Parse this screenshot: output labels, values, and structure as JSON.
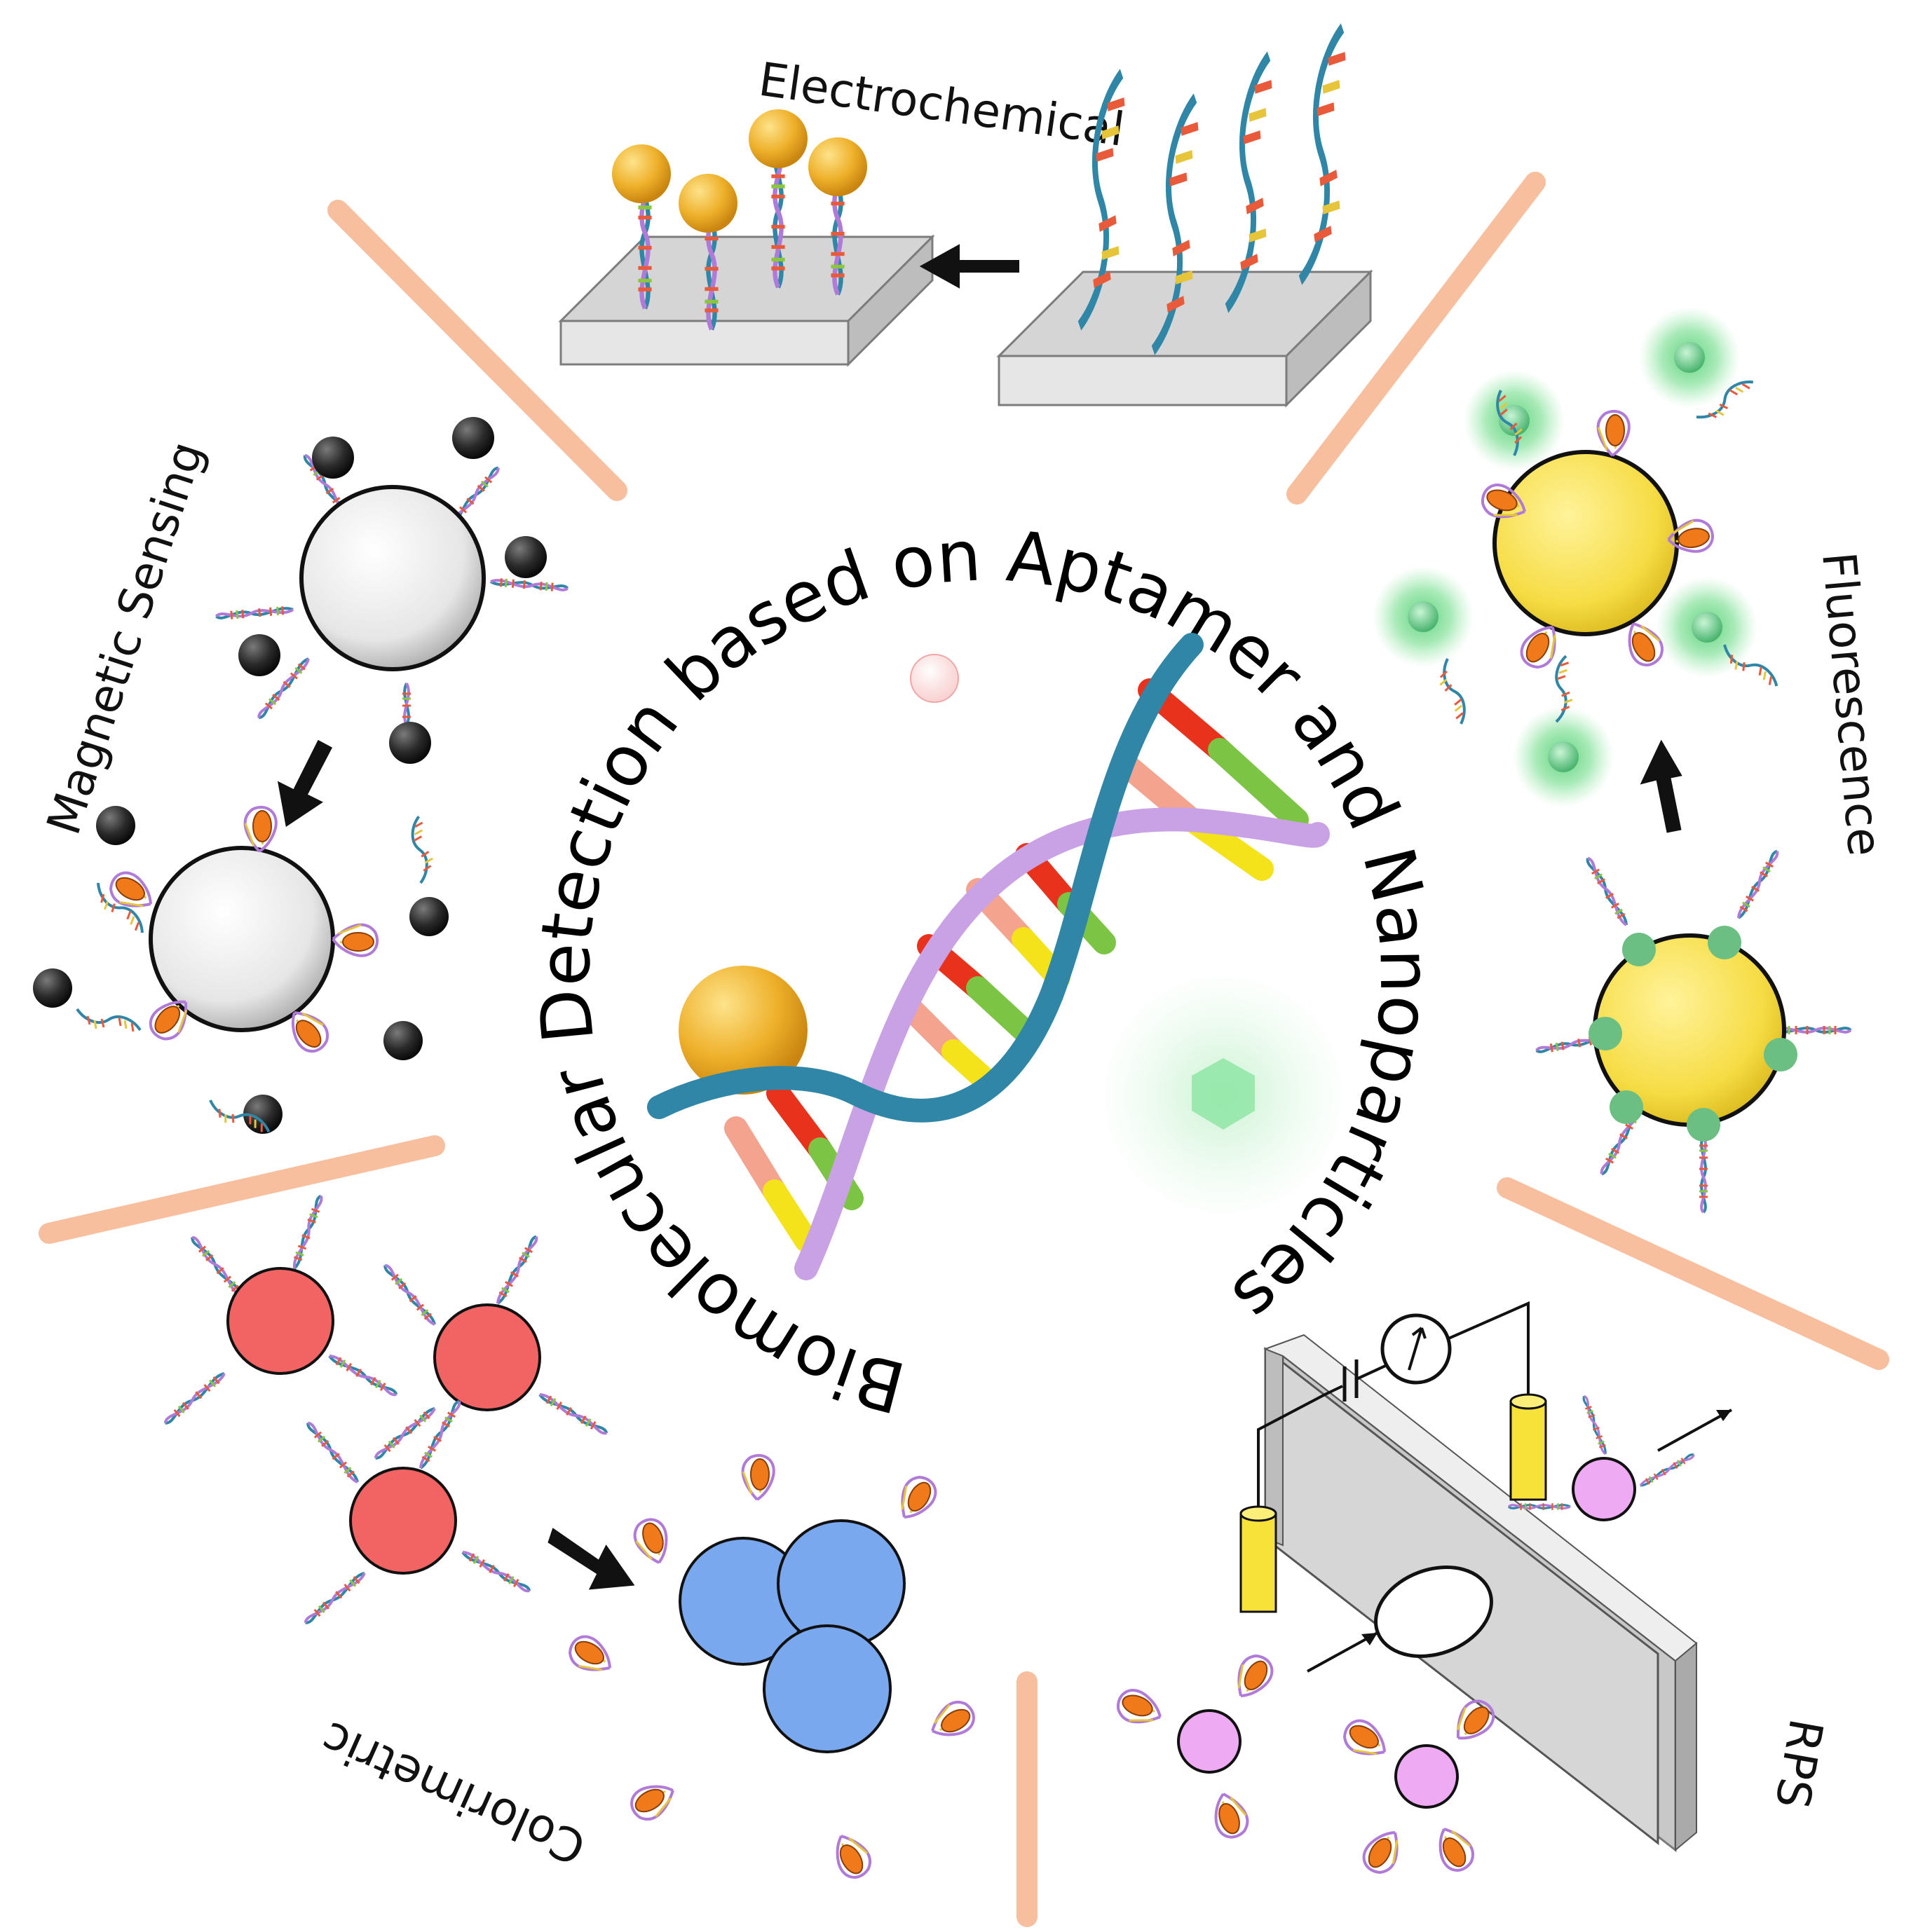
{
  "title_ring": "Biomolecular Detection based on Aptamer and Nanoparticles",
  "sections": {
    "electrochemical": "Electrochemical",
    "magnetic": "Magnetic Sensing",
    "fluorescence": "Fluorescence",
    "colorimetric": "Colorimetric",
    "rps": "RPS"
  },
  "colors": {
    "divider": "#f7b48e",
    "helix_blue": "#2f86a6",
    "helix_purple": "#c9a2e6",
    "gold": "#e9a81f",
    "yellow_np": "#f7df4a",
    "red_np": "#f26464",
    "blue_np": "#7aa8ee",
    "pink_np": "#eeaaf2",
    "glow_green": "#57d57a",
    "magnet_black": "#2a2a2a",
    "target_orange": "#f07a1a"
  }
}
